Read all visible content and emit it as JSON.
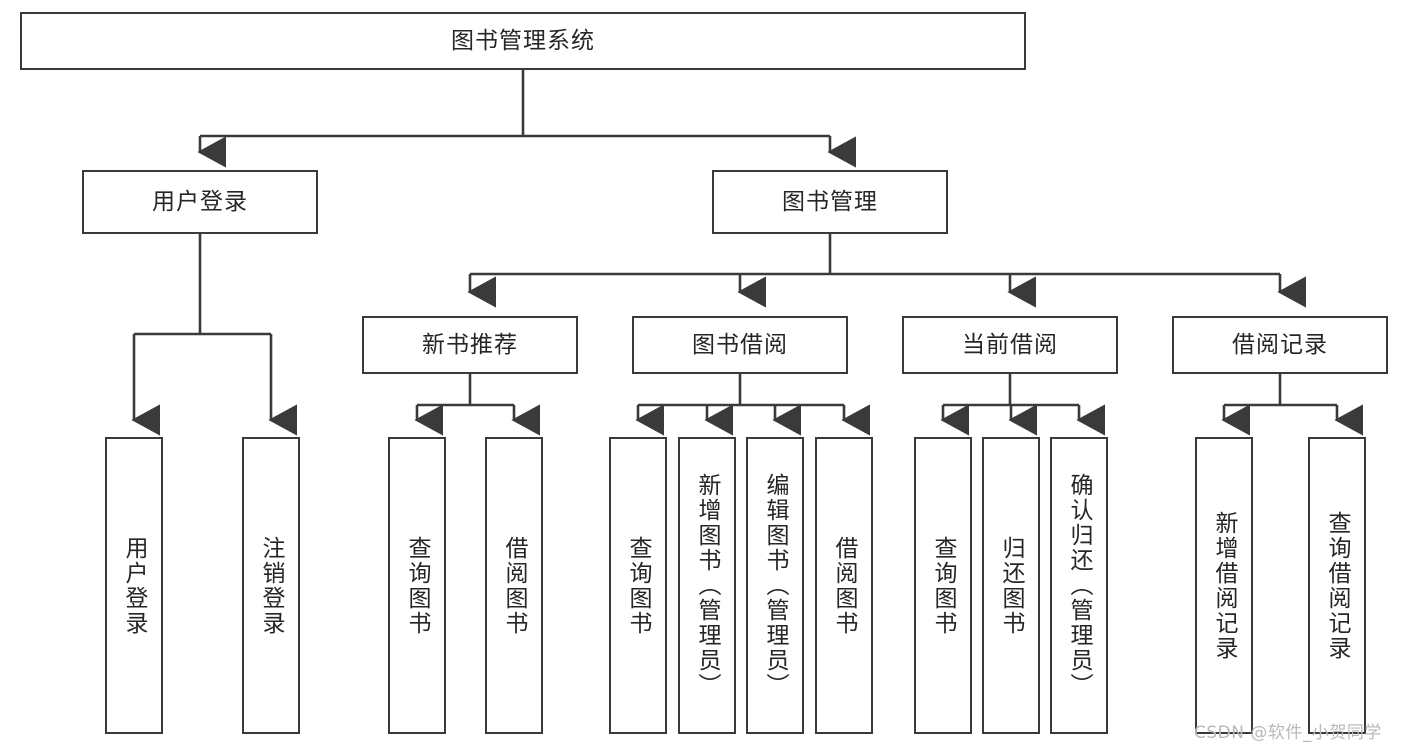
{
  "diagram": {
    "title": "图书管理系统",
    "type": "hierarchy-tree",
    "watermark": "CSDN @软件_小贺同学",
    "colors": {
      "box_border": "#3a3a3a",
      "box_fill": "#ffffff",
      "text": "#262626",
      "edge": "#3a3a3a",
      "watermark": "#b9b9b9",
      "background": "#ffffff"
    },
    "levels": [
      {
        "level": 1,
        "nodes": [
          {
            "id": "root",
            "label": "图书管理系统",
            "orientation": "horizontal"
          }
        ]
      },
      {
        "level": 2,
        "nodes": [
          {
            "id": "login",
            "label": "用户登录",
            "orientation": "horizontal",
            "parent": "root"
          },
          {
            "id": "bookmgmt",
            "label": "图书管理",
            "orientation": "horizontal",
            "parent": "root"
          }
        ]
      },
      {
        "level": 3,
        "nodes": [
          {
            "id": "newbook",
            "label": "新书推荐",
            "orientation": "horizontal",
            "parent": "bookmgmt"
          },
          {
            "id": "borrow",
            "label": "图书借阅",
            "orientation": "horizontal",
            "parent": "bookmgmt"
          },
          {
            "id": "current",
            "label": "当前借阅",
            "orientation": "horizontal",
            "parent": "bookmgmt"
          },
          {
            "id": "records",
            "label": "借阅记录",
            "orientation": "horizontal",
            "parent": "bookmgmt"
          }
        ]
      },
      {
        "level": 4,
        "nodes": [
          {
            "id": "leaf-1",
            "label": "用户登录",
            "orientation": "vertical",
            "parent": "login"
          },
          {
            "id": "leaf-2",
            "label": "注销登录",
            "orientation": "vertical",
            "parent": "login"
          },
          {
            "id": "leaf-3",
            "label": "查询图书",
            "orientation": "vertical",
            "parent": "newbook"
          },
          {
            "id": "leaf-4",
            "label": "借阅图书",
            "orientation": "vertical",
            "parent": "newbook"
          },
          {
            "id": "leaf-5",
            "label": "查询图书",
            "orientation": "vertical",
            "parent": "borrow"
          },
          {
            "id": "leaf-6",
            "label": "新增图书（管理员）",
            "orientation": "vertical",
            "parent": "borrow"
          },
          {
            "id": "leaf-7",
            "label": "编辑图书（管理员）",
            "orientation": "vertical",
            "parent": "borrow"
          },
          {
            "id": "leaf-8",
            "label": "借阅图书",
            "orientation": "vertical",
            "parent": "borrow"
          },
          {
            "id": "leaf-9",
            "label": "查询图书",
            "orientation": "vertical",
            "parent": "current"
          },
          {
            "id": "leaf-10",
            "label": "归还图书",
            "orientation": "vertical",
            "parent": "current"
          },
          {
            "id": "leaf-11",
            "label": "确认归还（管理员）",
            "orientation": "vertical",
            "parent": "current"
          },
          {
            "id": "leaf-12",
            "label": "新增借阅记录",
            "orientation": "vertical",
            "parent": "records"
          },
          {
            "id": "leaf-13",
            "label": "查询借阅记录",
            "orientation": "vertical",
            "parent": "records"
          }
        ]
      }
    ]
  }
}
